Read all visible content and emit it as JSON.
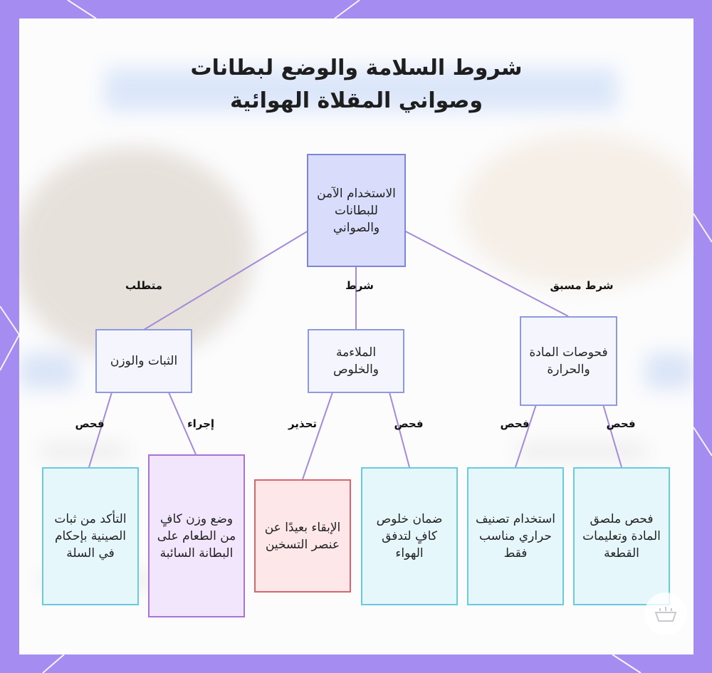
{
  "title": {
    "line1": "شروط السلامة والوضع لبطانات",
    "line2": "وصواني المقلاة الهوائية"
  },
  "nodes": {
    "root": "الاستخدام الآمن للبطانات والصواني",
    "stability": "الثبات والوزن",
    "fit": "الملاءمة والخلوص",
    "material": "فحوصات المادة والحرارة",
    "tray_secure": "التأكد من ثبات الصينية بإحكام في السلة",
    "food_weight": "وضع وزن كافٍ من الطعام على البطانة السائبة",
    "keep_away": "الإبقاء بعيدًا عن عنصر التسخين",
    "clearance": "ضمان خلوص كافٍ لتدفق الهواء",
    "heat_rating": "استخدام تصنيف حراري مناسب فقط",
    "label_check": "فحص ملصق المادة وتعليمات القطعة"
  },
  "edges": {
    "requirement": "متطلب",
    "condition": "شرط",
    "prerequisite": "شرط مسبق",
    "check_1": "فحص",
    "procedure": "إجراء",
    "warning": "تحذير",
    "check_2": "فحص",
    "check_3": "فحص",
    "check_4": "فحص"
  },
  "colors": {
    "frame": "#a48cf0",
    "edge": "#a48ad8",
    "root_fill": "#d9dcfb",
    "cyan_border": "#69cbe0",
    "purple_border": "#a874d6",
    "red_border": "#d9646e"
  }
}
